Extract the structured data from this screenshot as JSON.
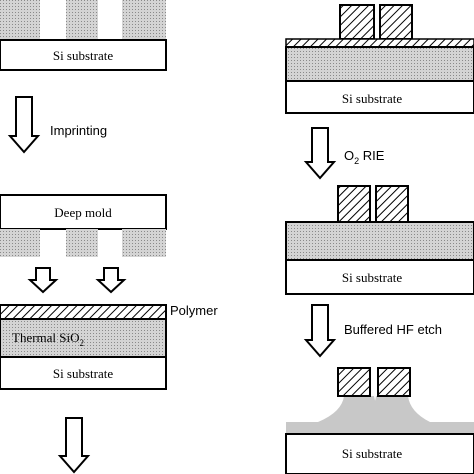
{
  "left_column": {
    "top_substrate_label": "Si substrate",
    "imprint_step_label": "Imprinting",
    "deep_mold_label": "Deep mold",
    "polymer_label": "Polymer",
    "thermal_oxide_label_main": "Thermal SiO",
    "thermal_oxide_label_sub": "2",
    "bottom_substrate_label": "Si substrate"
  },
  "right_column": {
    "top_substrate_label": "Si substrate",
    "rie_step_label_main": "O",
    "rie_step_label_sub": "2",
    "rie_step_label_rest": " RIE",
    "middle_substrate_label": "Si substrate",
    "hf_step_label": "Buffered HF etch",
    "bottom_substrate_label": "Si substrate"
  },
  "colors": {
    "stroke": "#000000",
    "oxide_fill": "#c8c8c8",
    "background": "#ffffff"
  }
}
